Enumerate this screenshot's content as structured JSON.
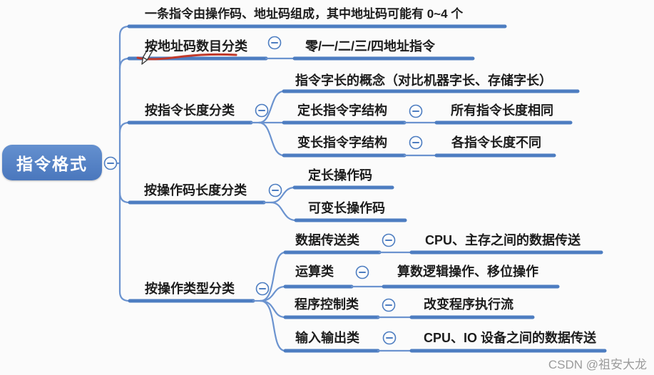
{
  "colors": {
    "accent": "#4d7dc1",
    "line": "#6b93cf",
    "red": "#c0392b",
    "text": "#1c1c1c",
    "bg": "#fbfbfb",
    "muted": "#9b9b9b",
    "root-top": "#6490cf",
    "root-bottom": "#4a77bd"
  },
  "root": {
    "label": "指令格式"
  },
  "branches": [
    {
      "label": "一条指令由操作码、地址码组成，其中地址码可能有 0~4 个",
      "children": []
    },
    {
      "label": "按地址码数目分类",
      "annotation": "red-underline",
      "children": [
        {
          "label": "零/一/二/三/四地址指令"
        }
      ]
    },
    {
      "label": "按指令长度分类",
      "children": [
        {
          "label": "指令字长的概念（对比机器字长、存储字长）"
        },
        {
          "label": "定长指令字结构",
          "children": [
            {
              "label": "所有指令长度相同"
            }
          ]
        },
        {
          "label": "变长指令字结构",
          "children": [
            {
              "label": "各指令长度不同"
            }
          ]
        }
      ]
    },
    {
      "label": "按操作码长度分类",
      "children": [
        {
          "label": "定长操作码"
        },
        {
          "label": "可变长操作码"
        }
      ]
    },
    {
      "label": "按操作类型分类",
      "children": [
        {
          "label": "数据传送类",
          "children": [
            {
              "label": "CPU、主存之间的数据传送"
            }
          ]
        },
        {
          "label": "运算类",
          "children": [
            {
              "label": "算数逻辑操作、移位操作"
            }
          ]
        },
        {
          "label": "程序控制类",
          "children": [
            {
              "label": "改变程序执行流"
            }
          ]
        },
        {
          "label": "输入输出类",
          "children": [
            {
              "label": "CPU、IO 设备之间的数据传送"
            }
          ]
        }
      ]
    }
  ],
  "icons": {
    "collapse": "minus-in-circle",
    "cursor": "pen-cursor"
  },
  "watermark": {
    "label": "CSDN @祖安大龙"
  }
}
